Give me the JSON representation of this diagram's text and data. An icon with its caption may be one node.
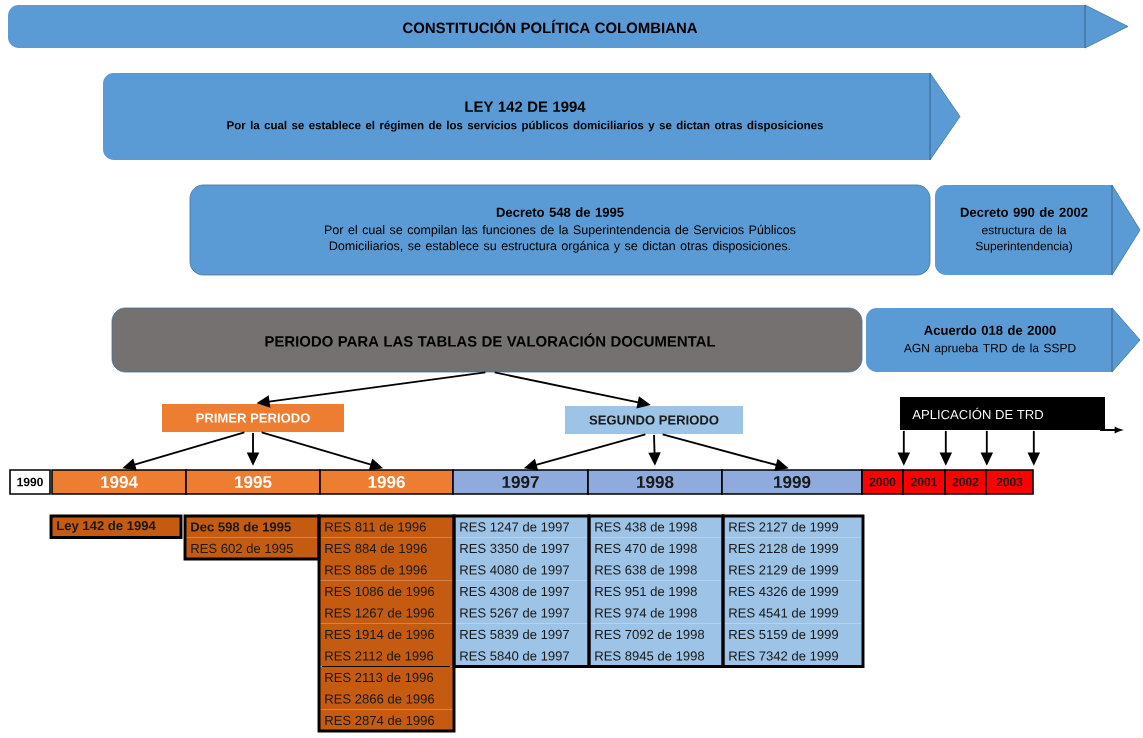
{
  "diagram": {
    "nodes": [
      {
        "text": [
          "CONSTITUCIÓN POLÍTICA COLOMBIANA"
        ]
      },
      {
        "text": [
          "LEY 142 DE 1994",
          "Por la cual se establece el régimen de los servicios públicos domiciliarios y se dictan otras disposiciones"
        ]
      },
      {
        "text": [
          "Decreto 548 de 1995",
          "Por el cual se compilan las funciones de la Superintendencia de Servicios Públicos Domiciliarios, se establece su estructura orgánica y se dictan otras disposiciones."
        ]
      },
      {
        "text": [
          "Decreto 990 de 2002",
          "estructura de la Superintendencia)"
        ]
      },
      {
        "text": [
          "PERIODO PARA LAS TABLAS DE VALORACIÓN DOCUMENTAL"
        ]
      },
      {
        "text": [
          "Acuerdo 018 de 2000",
          "AGN aprueba TRD de la SSPD"
        ]
      },
      {
        "text": [
          "PRIMER PERIODO"
        ]
      },
      {
        "text": [
          "SEGUNDO PERIODO"
        ]
      },
      {
        "text": [
          "APLICACIÓN DE TRD"
        ]
      },
      {
        "text": [
          "1990"
        ]
      },
      {
        "text": [
          "1994"
        ]
      },
      {
        "text": [
          "1995"
        ]
      },
      {
        "text": [
          "1996"
        ]
      },
      {
        "text": [
          "1997"
        ]
      },
      {
        "text": [
          "1998"
        ]
      },
      {
        "text": [
          "1999"
        ]
      },
      {
        "text": [
          "2000"
        ]
      },
      {
        "text": [
          "2001"
        ]
      },
      {
        "text": [
          "2002"
        ]
      },
      {
        "text": [
          "2003"
        ]
      }
    ],
    "edges": [
      {
        "from": 4,
        "to": 6,
        "arrow": "to"
      },
      {
        "from": 4,
        "to": 7,
        "arrow": "to"
      },
      {
        "from": 6,
        "to": 10,
        "arrow": "to"
      },
      {
        "from": 6,
        "to": 11,
        "arrow": "to"
      },
      {
        "from": 6,
        "to": 12,
        "arrow": "to"
      },
      {
        "from": 7,
        "to": 13,
        "arrow": "to"
      },
      {
        "from": 7,
        "to": 14,
        "arrow": "to"
      },
      {
        "from": 7,
        "to": 15,
        "arrow": "to"
      },
      {
        "from": 8,
        "to": 16,
        "arrow": "to"
      },
      {
        "from": 8,
        "to": 17,
        "arrow": "to"
      },
      {
        "from": 8,
        "to": 18,
        "arrow": "to"
      },
      {
        "from": 8,
        "to": 19,
        "arrow": "to"
      }
    ],
    "labels": [
      "Ley 142 de 1994",
      "Dec 598 de 1995",
      "RES 811 de 1996",
      "RES 1247 de 1997",
      "RES 438 de 1998",
      "RES 2127 de 1999",
      "RES 602 de 1995",
      "RES 884 de 1996",
      "RES 3350 de 1997",
      "RES 470 de 1998",
      "RES 2128 de 1999",
      "RES 885 de 1996",
      "RES 4080 de 1997",
      "RES 638 de 1998",
      "RES 2129 de 1999",
      "RES 1086 de 1996",
      "RES 4308 de 1997",
      "RES 951 de 1998",
      "RES 4326 de 1999",
      "RES 1267 de 1996",
      "RES 5267 de 1997",
      "RES 974 de 1998",
      "RES 4541 de 1999",
      "RES 1914 de 1996",
      "RES 5839 de 1997",
      "RES 7092 de 1998",
      "RES 5159 de 1999",
      "RES 2112 de 1996",
      "RES 5840 de 1997",
      "RES 8945 de 1998",
      "RES 7342 de 1999",
      "RES 2113 de 1996",
      "RES 2866 de 1996",
      "RES 2874 de 1996"
    ]
  }
}
